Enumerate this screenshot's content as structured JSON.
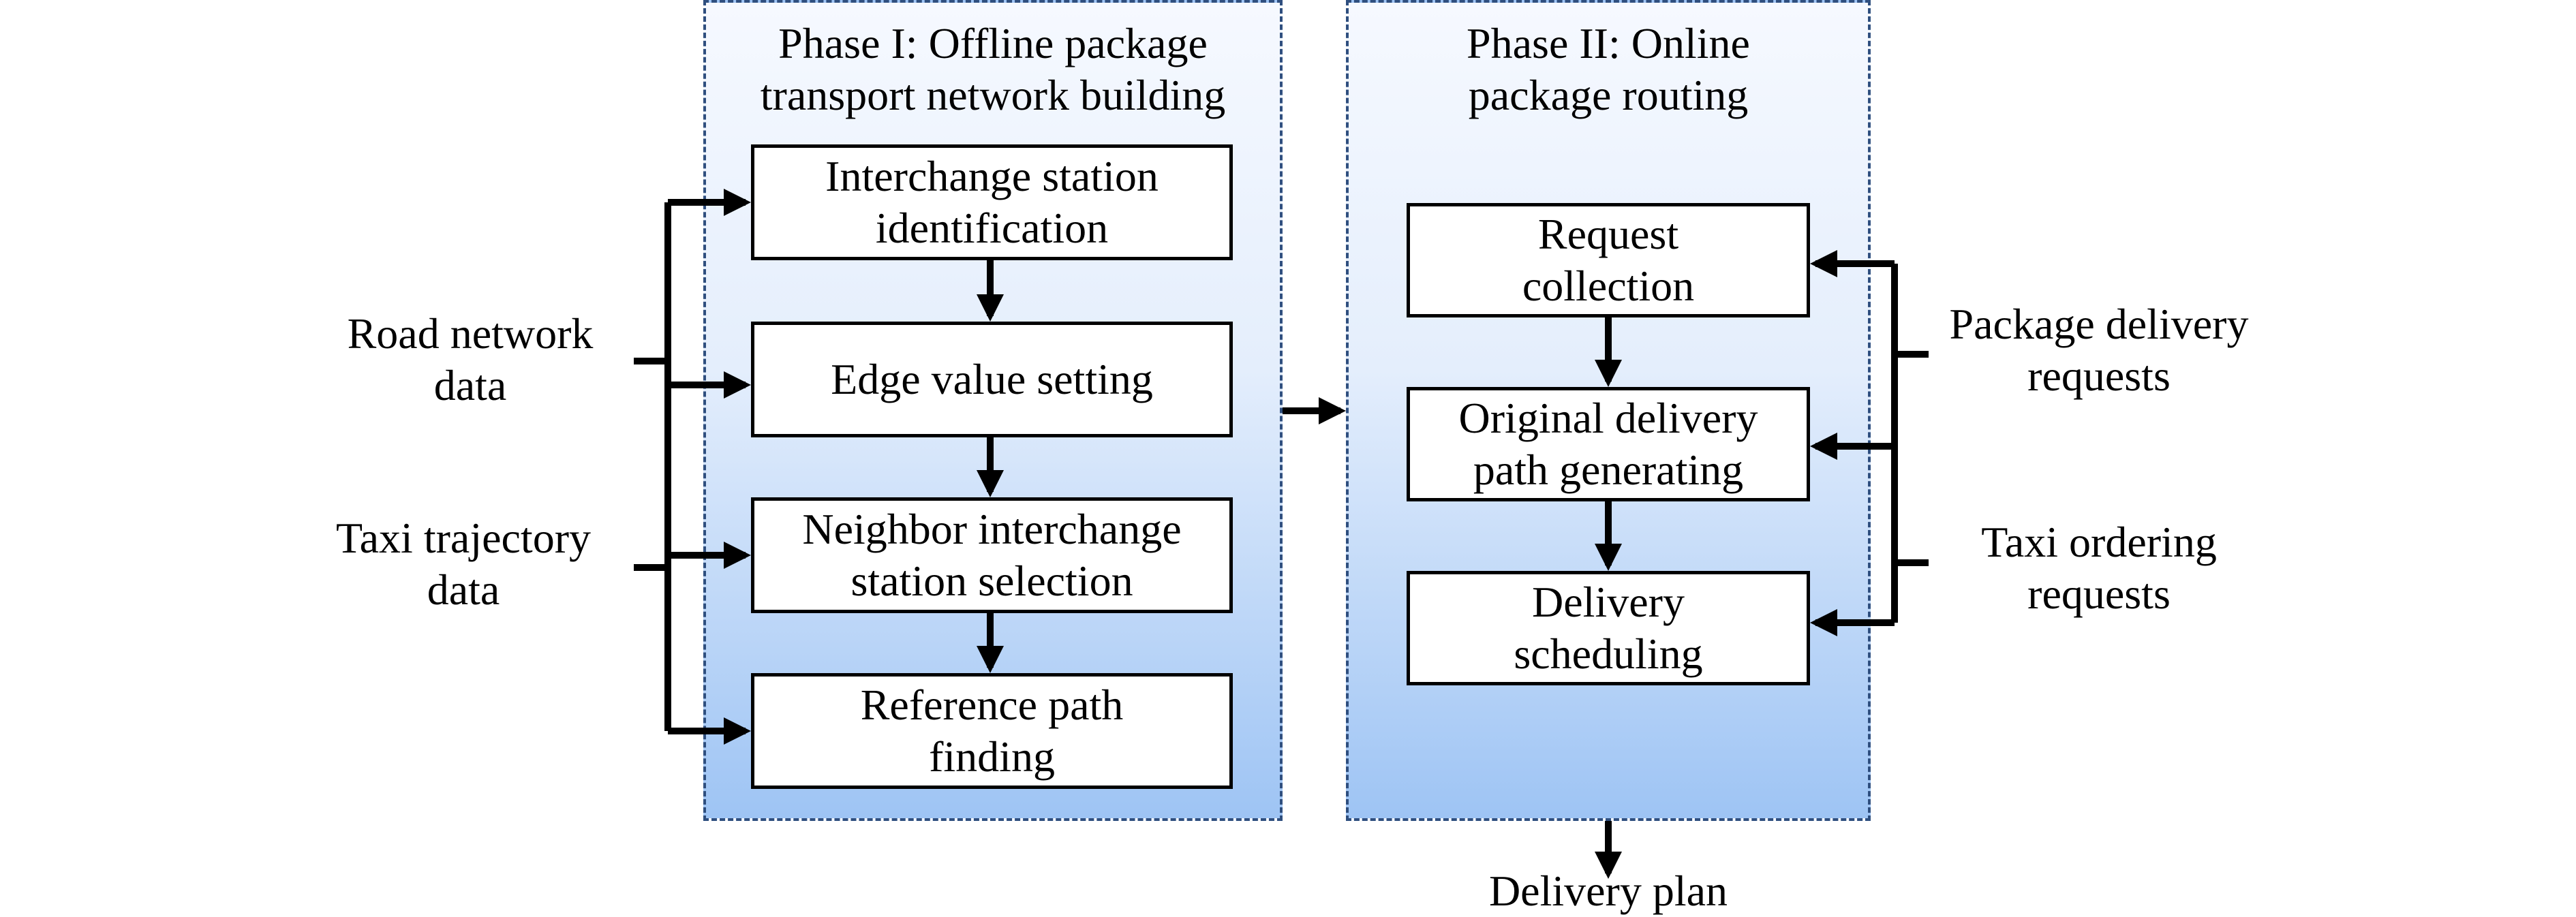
{
  "phase1": {
    "title": "Phase I: Offline package\ntransport network building",
    "steps": [
      "Interchange station\nidentification",
      "Edge value setting",
      "Neighbor interchange\nstation selection",
      "Reference path\nfinding"
    ]
  },
  "phase2": {
    "title": "Phase II: Online\npackage routing",
    "steps": [
      "Request\ncollection",
      "Original delivery\npath generating",
      "Delivery\nscheduling"
    ]
  },
  "inputs_left": [
    "Road network\ndata",
    "Taxi trajectory\ndata"
  ],
  "inputs_right": [
    "Package delivery\nrequests",
    "Taxi ordering\nrequests"
  ],
  "output": "Delivery plan"
}
